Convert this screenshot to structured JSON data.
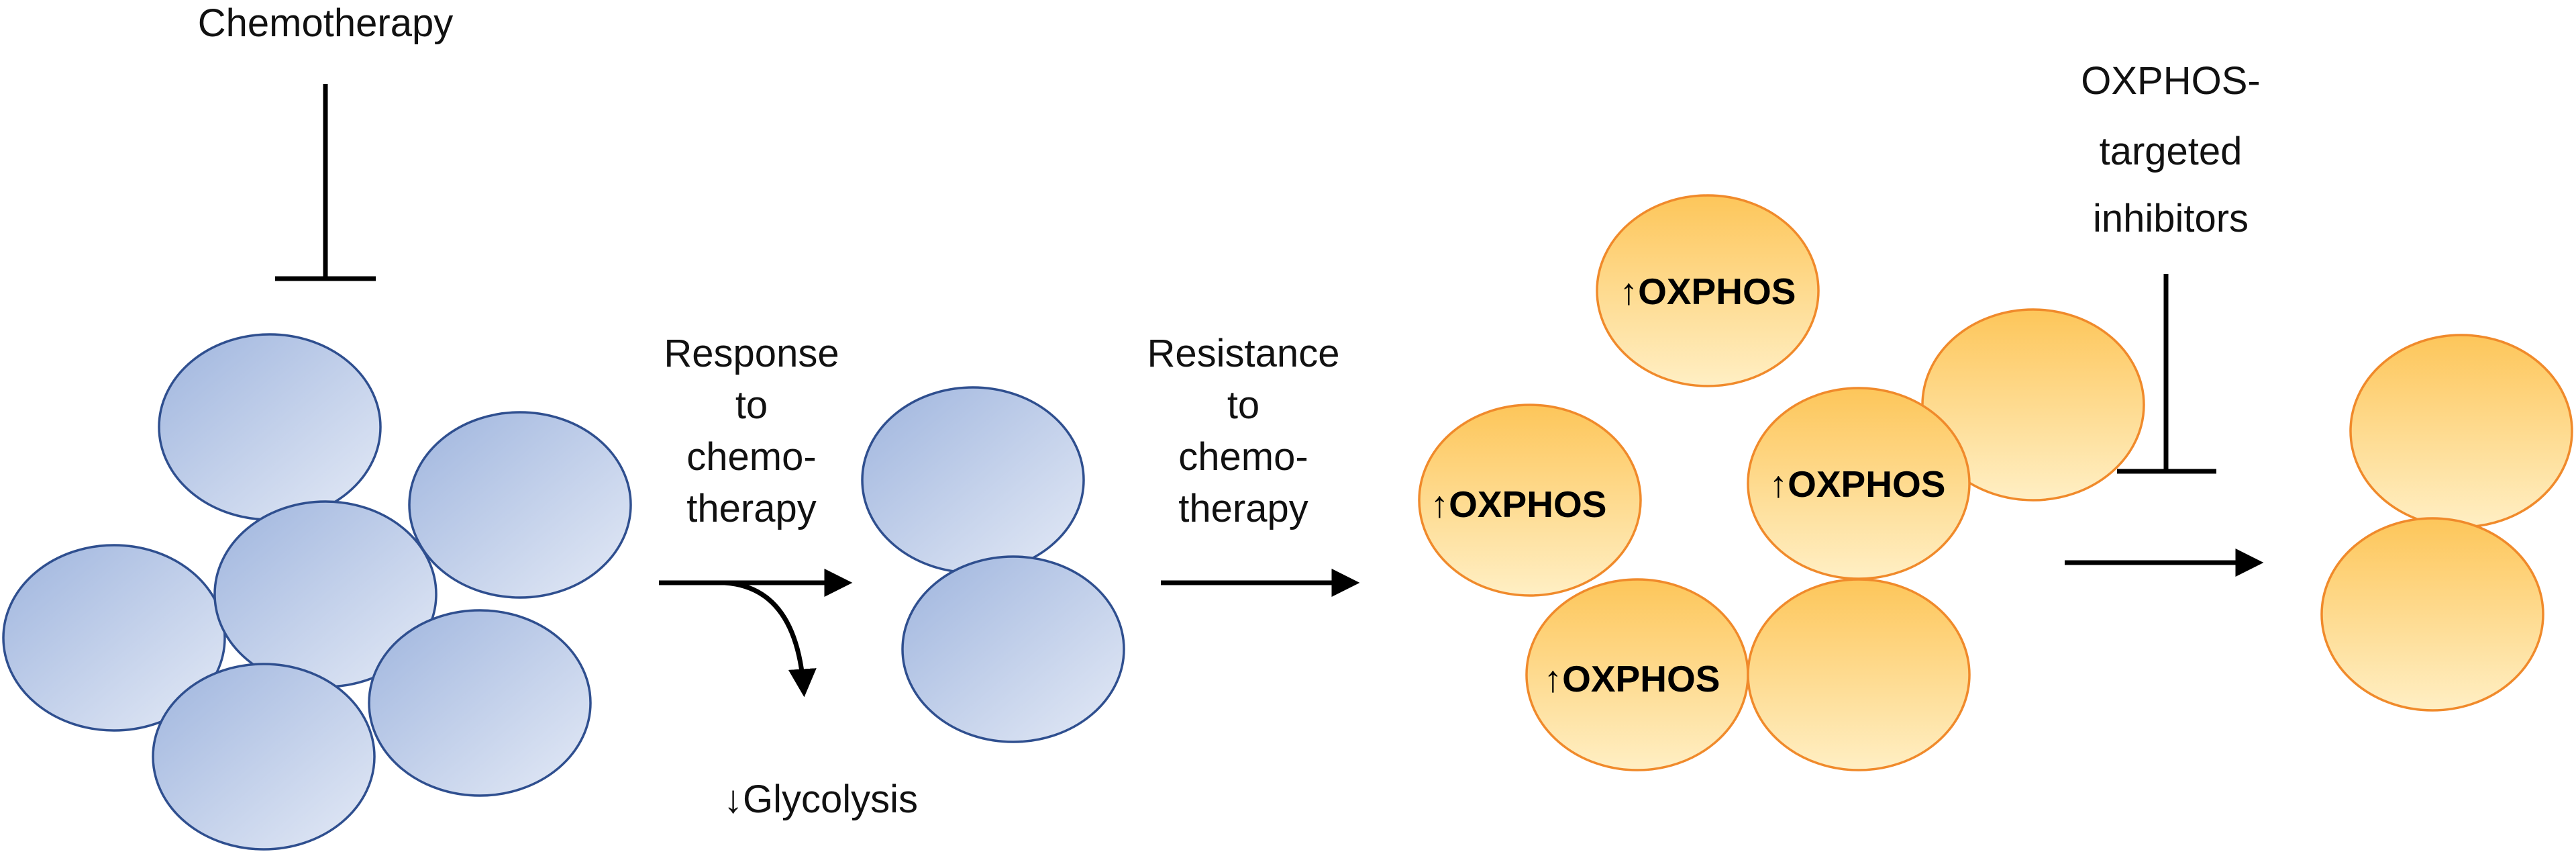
{
  "labels": {
    "chemotherapy": "Chemotherapy",
    "response": [
      "Response",
      "to",
      "chemo-",
      "therapy"
    ],
    "glycolysis": "↓Glycolysis",
    "resistance": [
      "Resistance",
      "to",
      "chemo-",
      "therapy"
    ],
    "inhibitors": [
      "OXPHOS-",
      "targeted",
      "inhibitors"
    ],
    "oxphos": "↑OXPHOS"
  },
  "colors": {
    "blue_cell_fill_light": "#dde5f4",
    "blue_cell_fill_dark": "#9fb5de",
    "blue_cell_stroke": "#2f4f8f",
    "orange_cell_fill_light": "#ffecb8",
    "orange_cell_fill_dark": "#fdc75a",
    "orange_cell_stroke": "#f08a2b",
    "arrow": "#000000"
  }
}
